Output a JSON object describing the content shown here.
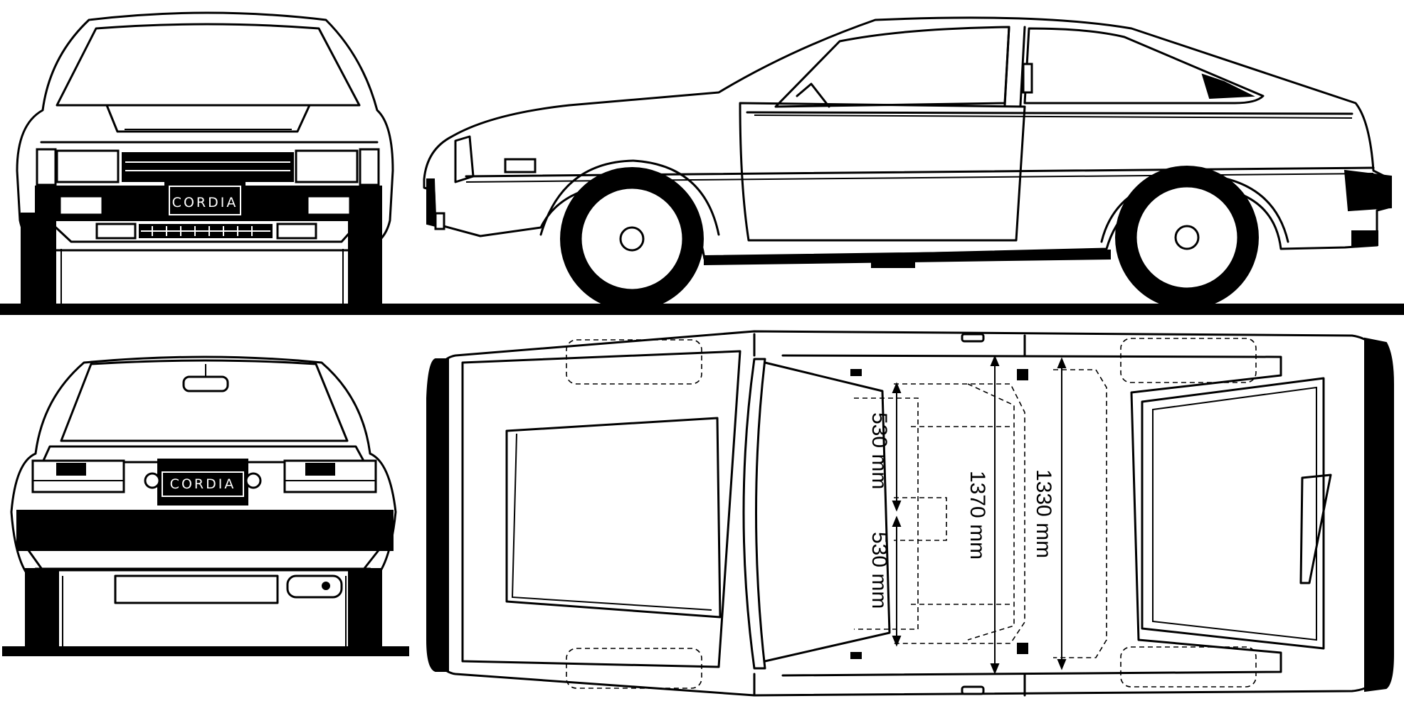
{
  "badges": {
    "front": "CORDIA",
    "rear": "CORDIA"
  },
  "dimensions": {
    "seat_width_front": "530 mm",
    "seat_width_rear": "530 mm",
    "interior_width": "1370 mm",
    "rear_interior_width": "1330 mm"
  },
  "colors": {
    "ink": "#000000",
    "paper": "#ffffff"
  }
}
